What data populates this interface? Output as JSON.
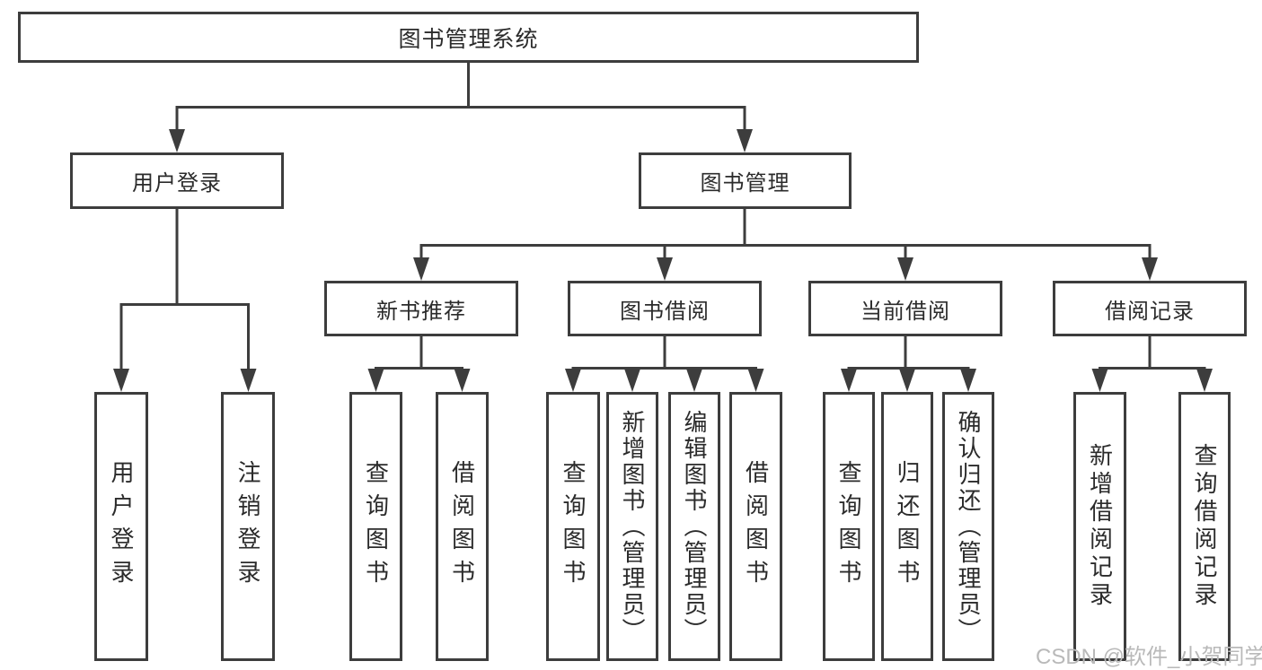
{
  "diagram": {
    "root": {
      "label": "图书管理系统"
    },
    "branches": [
      {
        "label": "用户登录",
        "children": [
          {
            "label": "用户登录"
          },
          {
            "label": "注销登录"
          }
        ]
      },
      {
        "label": "图书管理",
        "sections": [
          {
            "label": "新书推荐",
            "children": [
              {
                "label": "查询图书"
              },
              {
                "label": "借阅图书"
              }
            ]
          },
          {
            "label": "图书借阅",
            "children": [
              {
                "label": "查询图书"
              },
              {
                "label": "新增图书（管理员）"
              },
              {
                "label": "编辑图书（管理员）"
              },
              {
                "label": "借阅图书"
              }
            ]
          },
          {
            "label": "当前借阅",
            "children": [
              {
                "label": "查询图书"
              },
              {
                "label": "归还图书"
              },
              {
                "label": "确认归还（管理员）"
              }
            ]
          },
          {
            "label": "借阅记录",
            "children": [
              {
                "label": "新增借阅记录"
              },
              {
                "label": "查询借阅记录"
              }
            ]
          }
        ]
      }
    ],
    "watermark": "CSDN @软件_小贺同学",
    "colors": {
      "line": "#3d3d3d",
      "box_border": "#3d3d3d",
      "box_background": "#ffffff",
      "text": "#2b2b2b",
      "watermark": "#b9b9b9"
    }
  }
}
